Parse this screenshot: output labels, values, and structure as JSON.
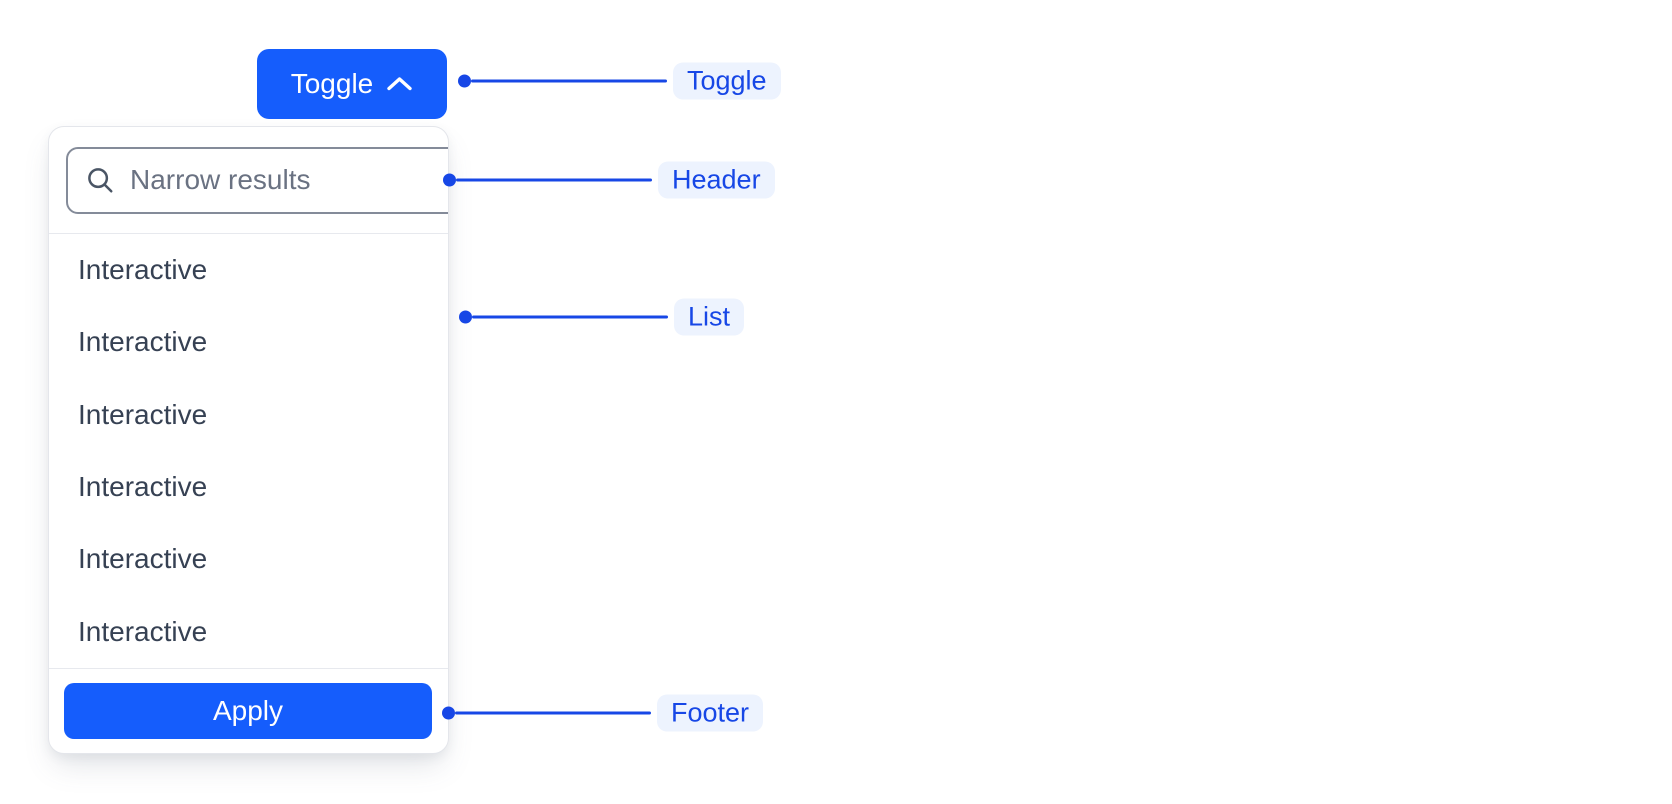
{
  "toggle_button": {
    "label": "Toggle",
    "icon": "chevron-up-icon"
  },
  "dropdown": {
    "header": {
      "search_placeholder": "Narrow results",
      "search_value": "",
      "icon": "search-icon"
    },
    "items": [
      "Interactive",
      "Interactive",
      "Interactive",
      "Interactive",
      "Interactive",
      "Interactive"
    ],
    "footer": {
      "apply_label": "Apply"
    }
  },
  "annotations": [
    {
      "label": "Toggle"
    },
    {
      "label": "Header"
    },
    {
      "label": "List"
    },
    {
      "label": "Footer"
    }
  ],
  "colors": {
    "accent": "#155dfc",
    "annotation": "#1747e6",
    "pill_bg": "#edf3fe",
    "item_text": "#364153",
    "muted_text": "#6a7282"
  }
}
